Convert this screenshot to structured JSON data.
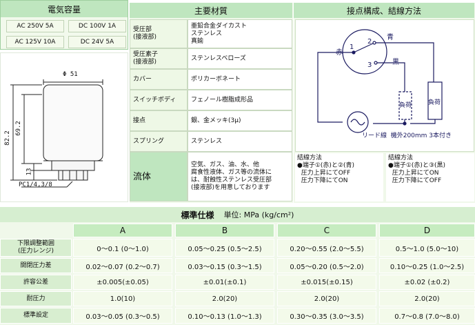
{
  "ratings": {
    "title": "電気容量",
    "items": [
      "AC 250V 5A",
      "DC 100V 1A",
      "AC 125V 10A",
      "DC 24V 5A"
    ]
  },
  "drawing": {
    "dim_phi": "Φ 51",
    "dim_h1": "82.2",
    "dim_h2": "69.2",
    "dim_h3": "13",
    "thread": "PC1/4,3/8"
  },
  "materials": {
    "title": "主要材質",
    "rows": [
      {
        "label": "受圧部\n(接液部)",
        "value": "亜鉛合金ダイカスト\nステンレス\n真鍮"
      },
      {
        "label": "受圧素子\n(接液部)",
        "value": "ステンレスベローズ"
      },
      {
        "label": "カバー",
        "value": "ポリカーボネート"
      },
      {
        "label": "スイッチボディ",
        "value": "フェノール樹脂成形品"
      },
      {
        "label": "接点",
        "value": "銀、金メッキ(3μ)"
      },
      {
        "label": "スプリング",
        "value": "ステンレス"
      }
    ],
    "fluid_label": "流体",
    "fluid_value": "空気、ガス、油、水、他\n腐食性液体、ガス等の流体に\nは、耐蝕性ステンレス受圧部\n(接液部)を用意しております"
  },
  "contacts": {
    "title": "接点構成、結線方法",
    "labels": {
      "red": "赤",
      "blue": "青",
      "black": "黒",
      "n1": "1",
      "n2": "2",
      "n3": "3",
      "load1": "負荷",
      "load2": "負荷",
      "lead": "リード線  機外200mm 3本付き"
    },
    "note1": "結線方法\n●端子①(赤)と②(青)\n  圧力上昇にてOFF\n  圧力下降にてON",
    "note2": "結線方法\n●端子①(赤)と③(黒)\n  圧力上昇にてON\n  圧力下降にてOFF"
  },
  "spec": {
    "title": "標準仕様",
    "unit": "単位: MPa (kg/cm²)",
    "columns": [
      "A",
      "B",
      "C",
      "D"
    ],
    "rows": [
      {
        "label": "下限調整範囲\n(圧力レンジ)",
        "values": [
          "0〜0.1 (0〜1.0)",
          "0.05〜0.25 (0.5〜2.5)",
          "0.20〜0.55 (2.0〜5.5)",
          "0.5〜1.0 (5.0〜10)"
        ]
      },
      {
        "label": "開閉圧力差",
        "values": [
          "0.02〜0.07 (0.2〜0.7)",
          "0.03〜0.15 (0.3〜1.5)",
          "0.05〜0.20 (0.5〜2.0)",
          "0.10〜0.25 (1.0〜2.5)"
        ]
      },
      {
        "label": "許容公差",
        "values": [
          "±0.005(±0.05)",
          "±0.01(±0.1)",
          "±0.015(±0.15)",
          "±0.02 (±0.2)"
        ]
      },
      {
        "label": "耐圧力",
        "values": [
          "1.0(10)",
          "2.0(20)",
          "2.0(20)",
          "2.0(20)"
        ]
      },
      {
        "label": "標準設定",
        "values": [
          "0.03〜0.05 (0.3〜0.5)",
          "0.10〜0.13 (1.0〜1.3)",
          "0.30〜0.35 (3.0〜3.5)",
          "0.7〜0.8 (7.0〜8.0)"
        ]
      }
    ]
  }
}
